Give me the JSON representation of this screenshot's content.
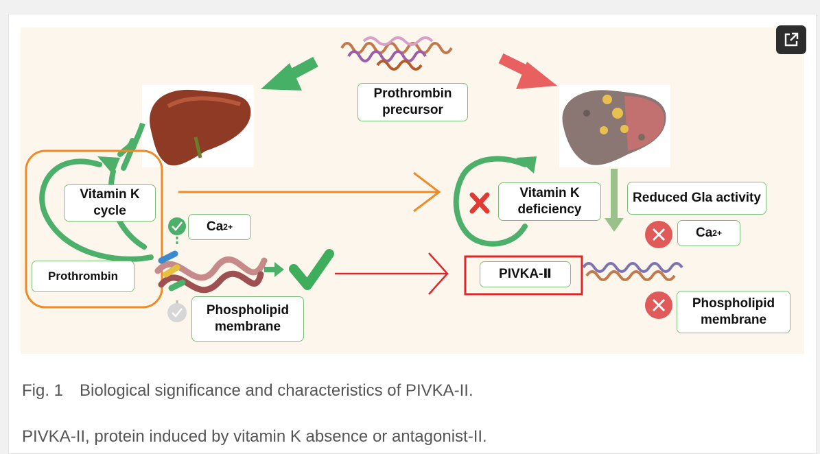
{
  "figure": {
    "labels": {
      "precursor": "Prothrombin precursor",
      "vitk_cycle": "Vitamin K cycle",
      "prothrombin": "Prothrombin",
      "ca_left": "Ca",
      "ca_sup": "2+",
      "phospholipid_left": "Phospholipid membrane",
      "vitk_deficiency": "Vitamin K deficiency",
      "reduced_gla": "Reduced Gla activity",
      "ca_right": "Ca",
      "pivka": "PIVKA-Ⅱ",
      "phospholipid_right": "Phospholipid membrane"
    },
    "colors": {
      "green": "#3fae5c",
      "red": "#e05252",
      "orange": "#f08a24",
      "highlight_red": "#e0262a",
      "box_border": "#7cbf7c"
    },
    "icons": [
      "external-link-icon",
      "check-icon",
      "cross-icon",
      "liver-icon",
      "protein-icon"
    ]
  },
  "caption": {
    "number": "Fig. 1",
    "text": "Biological significance and characteristics of PIVKA-II."
  },
  "note": "PIVKA-II, protein induced by vitamin K absence or antagonist-II."
}
